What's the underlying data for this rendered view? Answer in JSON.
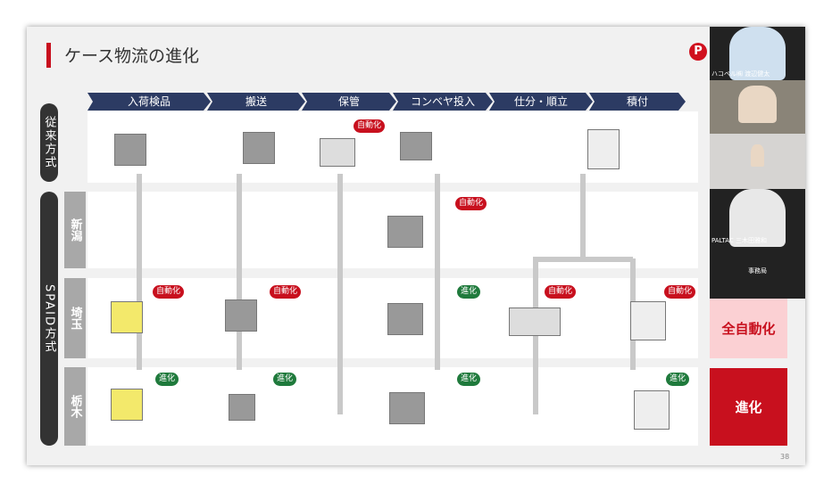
{
  "title": "ケース物流の進化",
  "logo": "P",
  "steps": [
    "入荷検品",
    "搬送",
    "保管",
    "コンベヤ投入",
    "仕分・順立",
    "積付"
  ],
  "rows": {
    "conventional": "従来方式",
    "spaid": "SPAID方式",
    "niigata": "新潟",
    "saitama": "埼玉",
    "tochigi": "栃木"
  },
  "badges": {
    "auto": "自動化",
    "evo": "進化"
  },
  "participants": [
    {
      "name": "ハコベル㈱ 渡辺健太"
    },
    {
      "name": ""
    },
    {
      "name": ""
    },
    {
      "name": "PALTAC 三木田雅和"
    }
  ],
  "office_label": "事務局",
  "legend": {
    "full_auto": "全自動化",
    "evolution": "進化"
  },
  "colors": {
    "navy": "#2c3b63",
    "red": "#c8101e",
    "green": "#1f7a3c",
    "pink": "#fbd0d3"
  },
  "page_number": "38"
}
